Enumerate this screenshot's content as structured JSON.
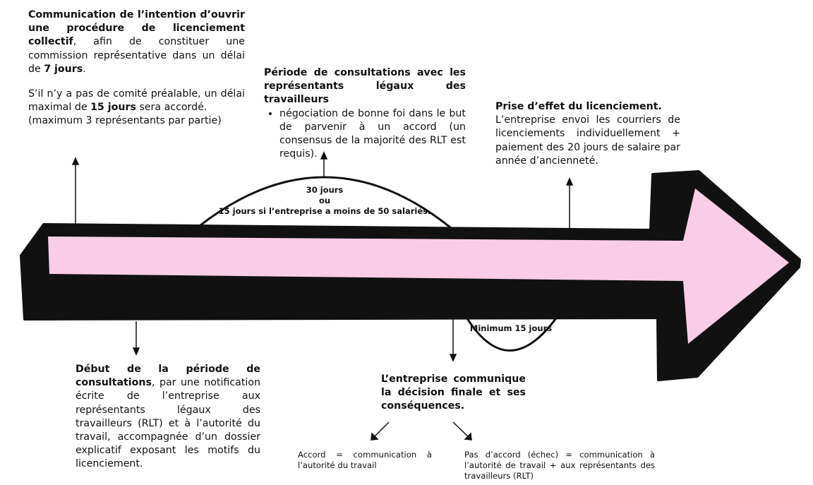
{
  "colors": {
    "arrow_fill": "#f9cde6",
    "arrow_border": "#111111",
    "text": "#111111"
  },
  "step1": {
    "bold_title": "Communication de l’intention d’ouvrir une procédure de licenciement collectif",
    "text_a": ", afin de constituer une commission représentative dans un délai de ",
    "bold_days": "7 jours",
    "text_b": ".",
    "note_a": "S’il n’y a pas de comité préalable, un délai maximal de ",
    "note_bold": "15 jours",
    "note_b": " sera accordé.",
    "note_c": "(maximum 3 représentants par partie)"
  },
  "step2": {
    "bold_title": "Période de consultations avec les représentants légaux des travailleurs",
    "bullet": "négociation de bonne foi dans le but de parvenir à un accord (un consensus de la majorité des RLT est requis)."
  },
  "step3": {
    "bold_title": "Prise d’effet du licenciement.",
    "text": "L’entreprise envoi les courriers de licenciements individuellement + paiement des 20 jours de salaire par année d’ancienneté."
  },
  "step4": {
    "bold_title": "Début de la période de consultations",
    "text": ", par une notification écrite de l’entreprise aux représentants légaux des travailleurs (RLT) et à l’autorité du travail, accompagnée d’un dossier explicatif exposant les motifs du licenciement."
  },
  "step5": {
    "bold_title": "L’entreprise communique la décision finale et ses conséquences."
  },
  "outcomes": {
    "accord": "Accord = communication à l’autorité du travail",
    "no_accord": "Pas d’accord (échec) = communication à l’autorité de travail + aux représentants des travailleurs (RLT)"
  },
  "arc_top": {
    "line1": "30 jours",
    "line2": "ou",
    "line3": "15 jours si l’entreprise a moins de 50 salariés."
  },
  "arc_bottom": {
    "label": "Minimum 15 jours"
  }
}
